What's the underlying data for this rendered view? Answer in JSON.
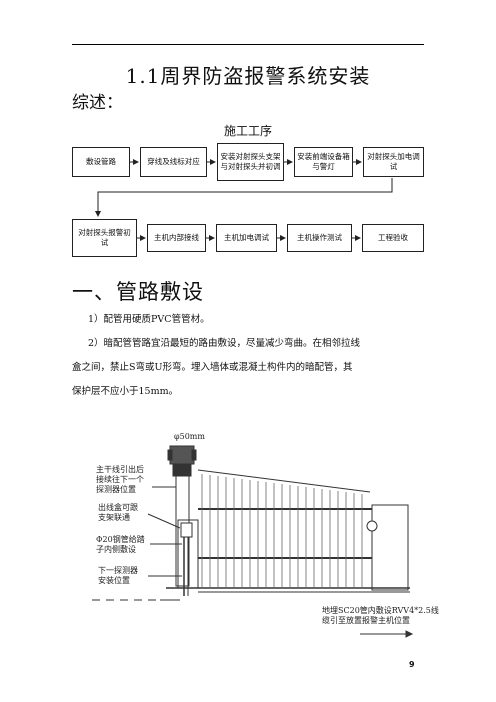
{
  "heading": {
    "title": "1.1周界防盗报警系统安装",
    "summary": "综述："
  },
  "flowchart": {
    "title": "施工工序",
    "row1": [
      "敷设管路",
      "穿线及线标对应",
      "安装对射探头支架与对射探头并初调",
      "安装前端设备箱与警灯",
      "对射探头加电调试"
    ],
    "row2": [
      "对射探头报警初试",
      "主机内部接线",
      "主机加电调试",
      "主机操作测试",
      "工程验收"
    ]
  },
  "section": {
    "title": "一、管路敷设",
    "para1": "1）配管用硬质PVC管管材。",
    "para2_line1": "2）暗配管管路宜沿最短的路由敷设，尽量减少弯曲。在相邻拉线",
    "para2_line2": "盒之间，禁止S弯或U形弯。埋入墙体或混凝土构件内的暗配管，其",
    "para2_line3": "保护层不应小于15mm。"
  },
  "diagram": {
    "pipe_label": "φ50mm",
    "note1": [
      "主干线引出后",
      "接续往下一个",
      "探测器位置"
    ],
    "note2": [
      "出线盒可跟",
      "支架联通"
    ],
    "note3": [
      "Φ20钢管给踏",
      "子内侧敷设"
    ],
    "note4": [
      "下一探测器",
      "安装位置"
    ],
    "note5": [
      "地埋SC20管内敷设RVV4*2.5线",
      "缆引至放置报警主机位置"
    ]
  },
  "page_number": "9"
}
